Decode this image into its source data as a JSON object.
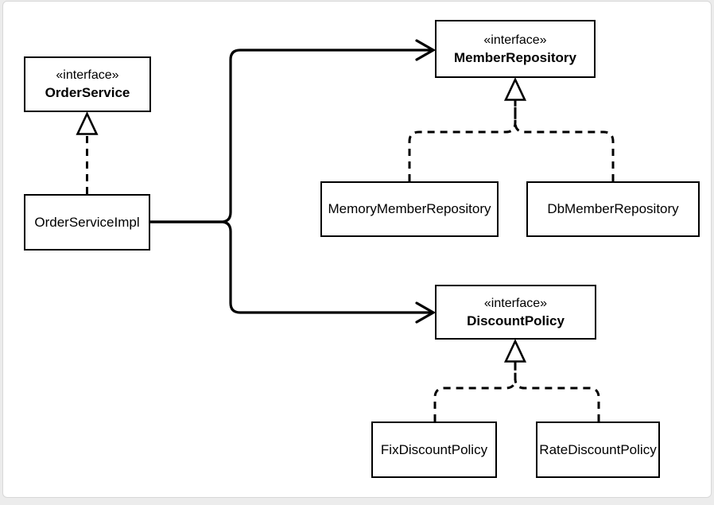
{
  "diagram": {
    "kind": "uml-class-diagram",
    "nodes": {
      "order_service": {
        "stereotype": "«interface»",
        "name": "OrderService"
      },
      "order_service_impl": {
        "name": "OrderServiceImpl"
      },
      "member_repository": {
        "stereotype": "«interface»",
        "name": "MemberRepository"
      },
      "memory_member_repository": {
        "name": "MemoryMemberRepository"
      },
      "db_member_repository": {
        "name": "DbMemberRepository"
      },
      "discount_policy": {
        "stereotype": "«interface»",
        "name": "DiscountPolicy"
      },
      "fix_discount_policy": {
        "name": "FixDiscountPolicy"
      },
      "rate_discount_policy": {
        "name": "RateDiscountPolicy"
      }
    },
    "edges": [
      {
        "from": "OrderServiceImpl",
        "to": "OrderService",
        "type": "realization",
        "style": "dashed-hollow-triangle"
      },
      {
        "from": "OrderServiceImpl",
        "to": "MemberRepository",
        "type": "dependency",
        "style": "solid-open-arrow"
      },
      {
        "from": "OrderServiceImpl",
        "to": "DiscountPolicy",
        "type": "dependency",
        "style": "solid-open-arrow"
      },
      {
        "from": "MemoryMemberRepository",
        "to": "MemberRepository",
        "type": "realization",
        "style": "dashed-hollow-triangle"
      },
      {
        "from": "DbMemberRepository",
        "to": "MemberRepository",
        "type": "realization",
        "style": "dashed-hollow-triangle"
      },
      {
        "from": "FixDiscountPolicy",
        "to": "DiscountPolicy",
        "type": "realization",
        "style": "dashed-hollow-triangle"
      },
      {
        "from": "RateDiscountPolicy",
        "to": "DiscountPolicy",
        "type": "realization",
        "style": "dashed-hollow-triangle"
      }
    ],
    "colors": {
      "stroke": "#000000",
      "box_fill": "#ffffff",
      "page_background": "#ffffff",
      "page_border": "#d8d8d8",
      "outside_background": "#ececec"
    }
  }
}
